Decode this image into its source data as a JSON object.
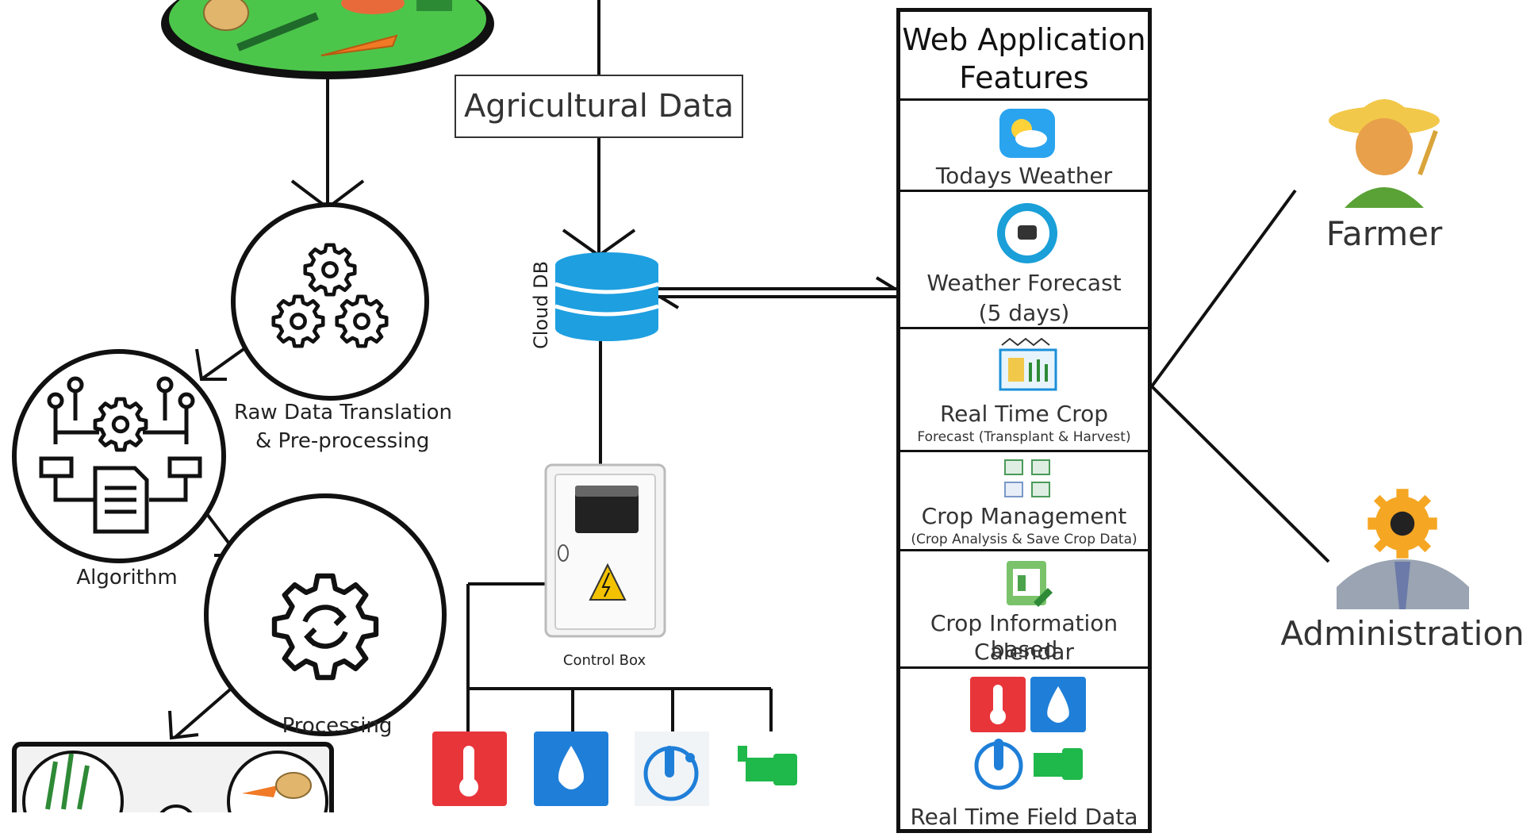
{
  "agricultural_data_label": "Agricultural Data",
  "cloud_db_label": "Cloud DB",
  "raw_data_label_line1": "Raw Data Translation",
  "raw_data_label_line2": "& Pre-processing",
  "algorithm_label": "Algorithm",
  "processing_label": "Processing",
  "control_box_label": "Control Box",
  "panel": {
    "title_line1": "Web Application",
    "title_line2": "Features",
    "features": [
      {
        "title": "Todays Weather",
        "icon": "weather-sun-cloud-icon"
      },
      {
        "title_line1": "Weather Forecast",
        "title_line2": "(5 days)",
        "icon": "weather-forecast-icon"
      },
      {
        "title": "Real Time Crop",
        "subtitle": "Forecast (Transplant & Harvest)",
        "icon": "crop-forecast-icon"
      },
      {
        "title": "Crop Management",
        "subtitle": "(Crop Analysis & Save Crop Data)",
        "icon": "crop-management-icon"
      },
      {
        "title_line1": "Crop Information based",
        "title_line2": "Calendar",
        "icon": "crop-calendar-icon"
      },
      {
        "title": "Real Time Field Data",
        "icon": "field-sensors-icon"
      }
    ]
  },
  "roles": {
    "farmer": "Farmer",
    "administration": "Administration"
  },
  "colors": {
    "db_blue": "#1e9fe0",
    "sensor_red": "#e8353a",
    "sensor_blue": "#1f7fd8",
    "pump_green": "#1fb84a",
    "line": "#111111"
  }
}
